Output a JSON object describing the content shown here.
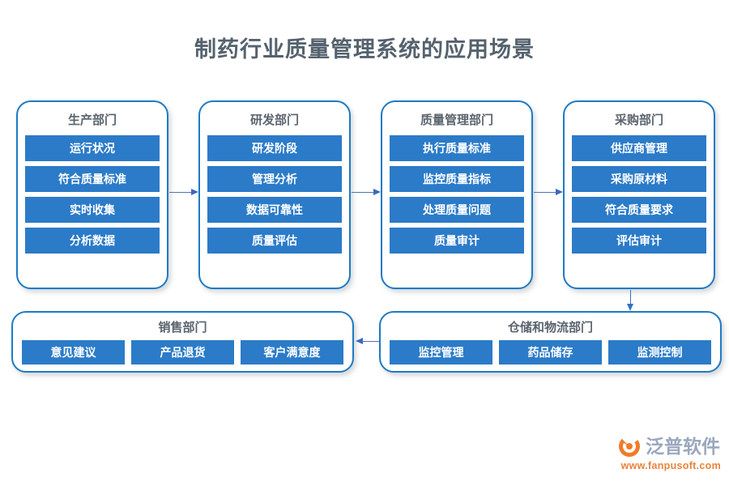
{
  "title": "制药行业质量管理系统的应用场景",
  "columns": [
    {
      "title": "生产部门",
      "items": [
        "运行状况",
        "符合质量标准",
        "实时收集",
        "分析数据"
      ]
    },
    {
      "title": "研发部门",
      "items": [
        "研发阶段",
        "管理分析",
        "数据可靠性",
        "质量评估"
      ]
    },
    {
      "title": "质量管理部门",
      "items": [
        "执行质量标准",
        "监控质量指标",
        "处理质量问题",
        "质量审计"
      ]
    },
    {
      "title": "采购部门",
      "items": [
        "供应商管理",
        "采购原材料",
        "符合质量要求",
        "评估审计"
      ]
    }
  ],
  "bottom": [
    {
      "title": "销售部门",
      "items": [
        "意见建议",
        "产品退货",
        "客户满意度"
      ]
    },
    {
      "title": "仓储和物流部门",
      "items": [
        "监控管理",
        "药品储存",
        "监测控制"
      ]
    }
  ],
  "brand": {
    "name": "泛普软件",
    "url": "www.fanpusoft.com"
  },
  "colors": {
    "item_blue": "#2b7bc8",
    "card_border": "#1f7ac4",
    "title_gray": "#55626e",
    "arrow_blue": "#3a68c0",
    "brand_orange": "#f07c2a"
  }
}
